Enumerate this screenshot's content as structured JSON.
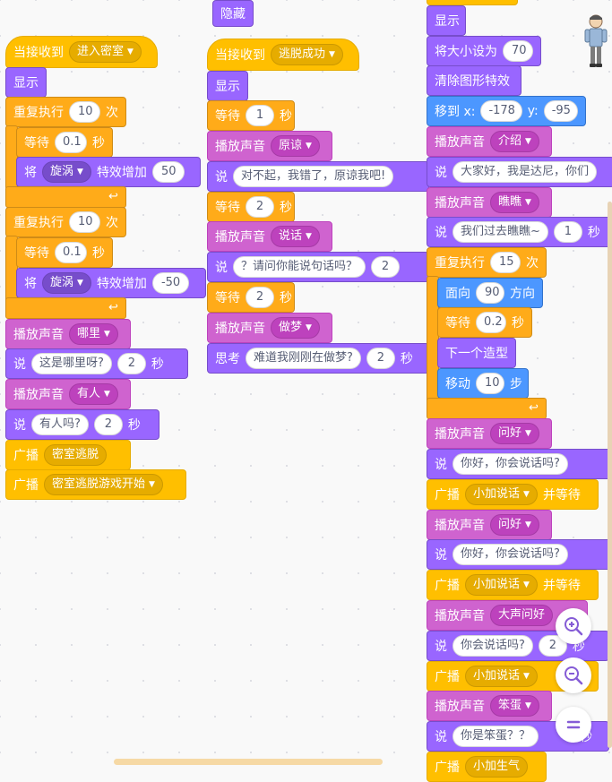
{
  "stack1": {
    "hat_label": "当接收到",
    "hat_message": "进入密室",
    "show": "显示",
    "repeat1_label": "重复执行",
    "repeat1_count": "10",
    "repeat1_unit": "次",
    "wait1_label": "等待",
    "wait1_value": "0.1",
    "wait1_unit": "秒",
    "effect1_prefix": "将",
    "effect1_effect": "旋涡",
    "effect1_suffix": "特效增加",
    "effect1_value": "50",
    "repeat2_label": "重复执行",
    "repeat2_count": "10",
    "repeat2_unit": "次",
    "wait2_label": "等待",
    "wait2_value": "0.1",
    "wait2_unit": "秒",
    "effect2_prefix": "将",
    "effect2_effect": "旋涡",
    "effect2_suffix": "特效增加",
    "effect2_value": "-50",
    "sound1_label": "播放声音",
    "sound1_value": "哪里",
    "say1_label": "说",
    "say1_text": "这是哪里呀?",
    "say1_secs": "2",
    "say1_unit": "秒",
    "sound2_label": "播放声音",
    "sound2_value": "有人",
    "say2_label": "说",
    "say2_text": "有人吗?",
    "say2_secs": "2",
    "say2_unit": "秒",
    "broadcast1_label": "广播",
    "broadcast1_value": "密室逃脱",
    "broadcast2_label": "广播",
    "broadcast2_value": "密室逃脱游戏开始"
  },
  "stack2": {
    "hide": "隐藏",
    "hat_label": "当接收到",
    "hat_message": "逃脱成功",
    "show": "显示",
    "wait1_label": "等待",
    "wait1_value": "1",
    "wait1_unit": "秒",
    "sound1_label": "播放声音",
    "sound1_value": "原谅",
    "say1_label": "说",
    "say1_text": "对不起，我错了，原谅我吧!",
    "wait2_label": "等待",
    "wait2_value": "2",
    "wait2_unit": "秒",
    "sound2_label": "播放声音",
    "sound2_value": "说话",
    "say2_label": "说",
    "say2_text": "？请问你能说句话吗？",
    "say2_secs": "2",
    "wait3_label": "等待",
    "wait3_value": "2",
    "wait3_unit": "秒",
    "sound3_label": "播放声音",
    "sound3_value": "做梦",
    "think_label": "思考",
    "think_text": "难道我刚刚在做梦?",
    "think_secs": "2",
    "think_unit": "秒"
  },
  "stack3": {
    "show": "显示",
    "size_label": "将大小设为",
    "size_value": "70",
    "clear_effects": "清除图形特效",
    "goto_label": "移到 x:",
    "goto_x": "-178",
    "goto_y_label": "y:",
    "goto_y": "-95",
    "sound1_label": "播放声音",
    "sound1_value": "介绍",
    "say1_label": "说",
    "say1_text": "大家好，我是达尼，你们",
    "sound2_label": "播放声音",
    "sound2_value": "瞧瞧",
    "say2_label": "说",
    "say2_text": "我们过去瞧瞧~",
    "say2_secs": "1",
    "say2_unit": "秒",
    "repeat_label": "重复执行",
    "repeat_count": "15",
    "repeat_unit": "次",
    "direction_label": "面向",
    "direction_value": "90",
    "direction_unit": "方向",
    "wait_label": "等待",
    "wait_value": "0.2",
    "wait_unit": "秒",
    "next_costume": "下一个造型",
    "move_label": "移动",
    "move_value": "10",
    "move_unit": "步",
    "sound3_label": "播放声音",
    "sound3_value": "问好",
    "say3_label": "说",
    "say3_text": "你好，你会说话吗?",
    "broadcast1_label": "广播",
    "broadcast1_value": "小加说话",
    "broadcast1_suffix": "并等待",
    "sound4_label": "播放声音",
    "sound4_value": "问好",
    "say4_label": "说",
    "say4_text": "你好，你会说话吗?",
    "broadcast2_label": "广播",
    "broadcast2_value": "小加说话",
    "broadcast2_suffix": "并等待",
    "sound5_label": "播放声音",
    "sound5_value": "大声问好",
    "say5_label": "说",
    "say5_text": "你会说话吗?",
    "say5_secs": "2",
    "say5_unit": "秒",
    "broadcast3_label": "广播",
    "broadcast3_value": "小加说话",
    "sound6_label": "播放声音",
    "sound6_value": "笨蛋",
    "say6_label": "说",
    "say6_text": "你是笨蛋？？",
    "say6_unit": "秒",
    "broadcast4_label": "广播",
    "broadcast4_value": "小加生气"
  },
  "icons": {
    "zoom_in": "zoom-in-icon",
    "zoom_out": "zoom-out-icon",
    "zoom_reset": "zoom-reset-icon",
    "dropdown": "dropdown-caret-icon",
    "loop": "loop-arrow-icon"
  },
  "colors": {
    "events": "#ffbf00",
    "looks": "#9966ff",
    "sound": "#cf63cf",
    "control": "#ffab19",
    "motion": "#4c97ff"
  }
}
